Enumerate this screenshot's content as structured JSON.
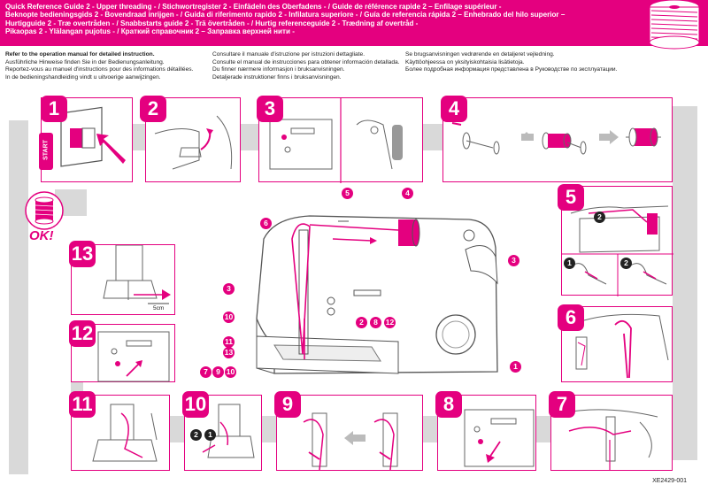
{
  "header": {
    "title_lines": [
      "Quick Reference Guide 2 - Upper threading - / Stichwortregister 2 - Einfädeln des Oberfadens - / Guide de référence rapide 2 – Enfilage supérieur -",
      "Beknopte bedieningsgids 2 - Bovendraad inrijgen - / Guida di riferimento rapido 2 - Infilatura superiore - / Guía de referencia rápida 2 – Enhebrado del hilo superior –",
      "Hurtigguide 2 - Træ overtråden - / Snabbstarts guide 2 - Trä övertråden - / Hurtig referenceguide 2 - Trædning af overtråd -",
      "Pikaopas 2 - Ylälangan pujotus - / Краткий справочник 2 – Заправка верхней нити -"
    ]
  },
  "intro": {
    "col1": [
      "Refer to the operation manual for detailed instruction.",
      "Ausführliche Hinweise finden Sie in der Bedienungsanleitung.",
      "Reportez-vous au manuel d'instructions pour des informations détaillées.",
      "In de bedieningshandleiding vindt u uitvoerige aanwijzingen."
    ],
    "col2": [
      "Consultare il manuale d'istruzione per istruzioni dettagliate.",
      "Consulte el manual de instrucciones para obtener información detallada.",
      "Du finner nærmere informasjon i bruksanvisningen.",
      "Detaljerade instruktioner finns i bruksanvisningen."
    ],
    "col3": [
      "Se brugsanvisningen vedrørende en detaljeret vejledning.",
      "Käyttöohjeessa on yksityiskohtaisia lisätietoja.",
      "Более подробная информация представлена в Руководстве по эксплуатации."
    ]
  },
  "steps": {
    "s1": "1",
    "s2": "2",
    "s3": "3",
    "s4": "4",
    "s5": "5",
    "s6": "6",
    "s7": "7",
    "s8": "8",
    "s9": "9",
    "s10": "10",
    "s11": "11",
    "s12": "12",
    "s13": "13"
  },
  "start_label": "START",
  "ok_label": "OK!",
  "five_cm": "5cm",
  "callouts": {
    "c5": "5",
    "c4": "4",
    "c6": "6",
    "c3a": "3",
    "c3b": "3",
    "c10a": "10",
    "c2": "2",
    "c8": "8",
    "c12": "12",
    "c11": "11",
    "c13": "13",
    "c7": "7",
    "c9": "9",
    "c10b": "10",
    "c1": "1",
    "s5a": "1",
    "s5b": "2",
    "s10a": "2",
    "s10b": "1"
  },
  "doc_code": "XE2429-001",
  "colors": {
    "accent": "#e4007f",
    "band": "#d9d9d9"
  }
}
